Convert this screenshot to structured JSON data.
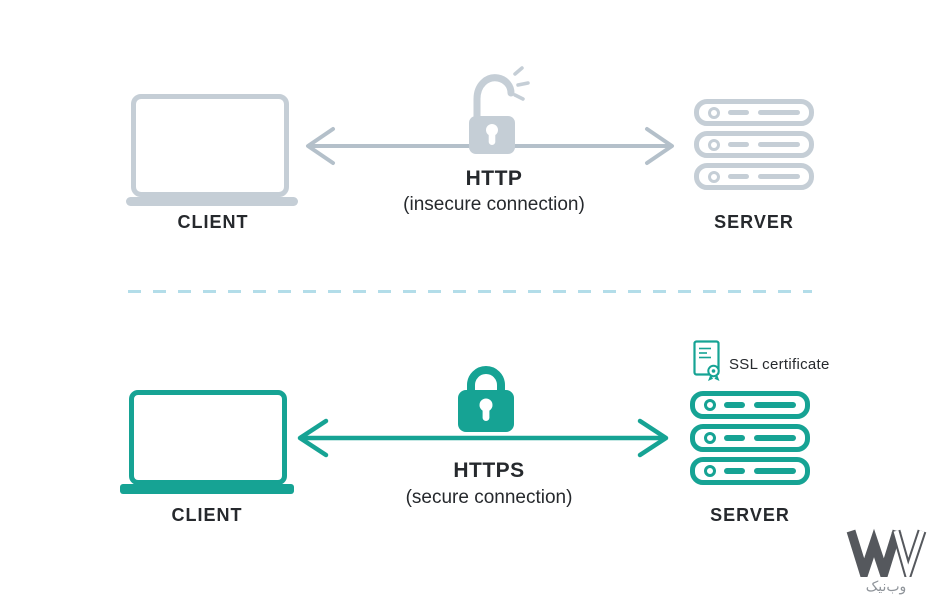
{
  "colors": {
    "gray_icon": "#c5ced6",
    "gray_arrow": "#b4c0ca",
    "teal": "#16a394",
    "text": "#26292d",
    "dash": "#b3dde9",
    "wm": "#55585d",
    "wm_light": "#8f949a"
  },
  "http_section": {
    "client_label": "CLIENT",
    "server_label": "SERVER",
    "protocol": "HTTP",
    "connection": "(insecure connection)"
  },
  "https_section": {
    "client_label": "CLIENT",
    "server_label": "SERVER",
    "protocol": "HTTPS",
    "connection": "(secure connection)",
    "ssl_label": "SSL certificate"
  },
  "watermark": {
    "brand_text": "وب‌نیک"
  },
  "icons": {
    "http_lock": "unlocked-padlock-icon",
    "https_lock": "locked-padlock-icon",
    "client": "laptop-icon",
    "server": "server-stack-icon",
    "ssl": "ssl-certificate-icon",
    "logo": "webnik-logo"
  }
}
